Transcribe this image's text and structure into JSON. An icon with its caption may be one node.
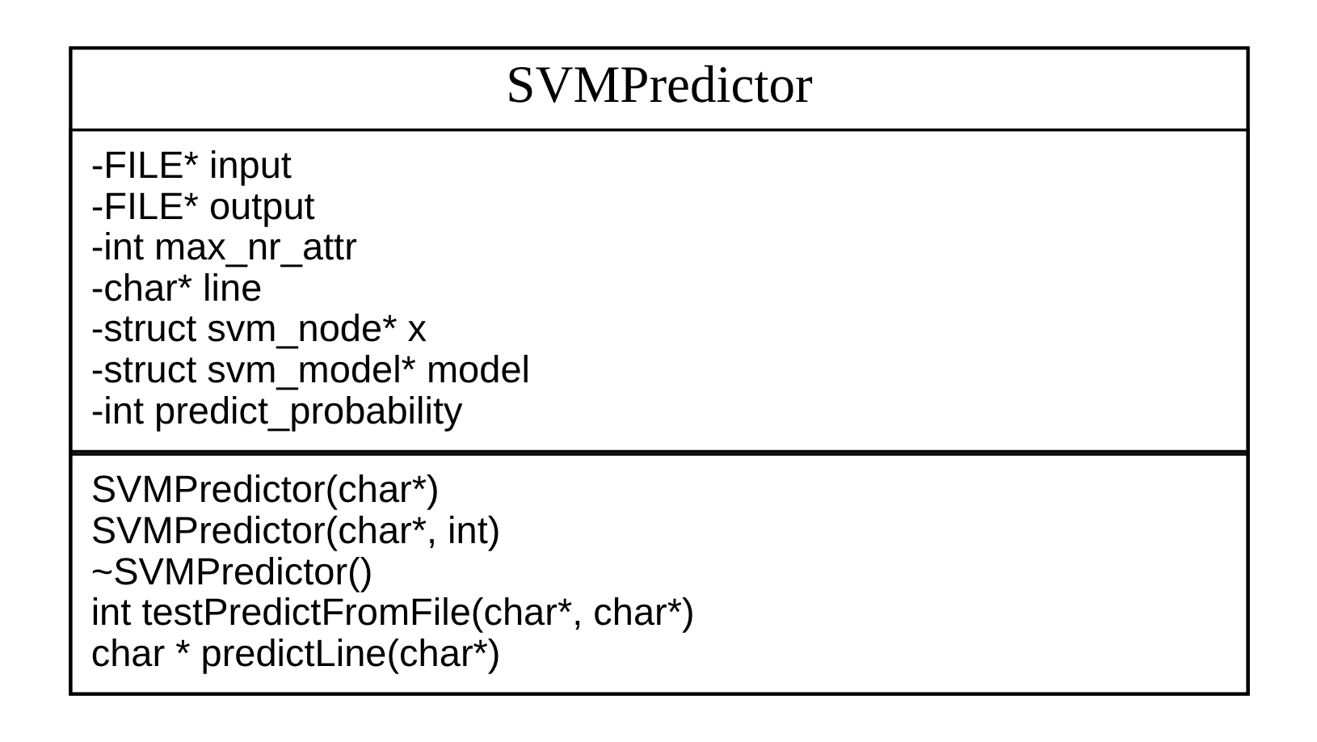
{
  "diagram": {
    "nodes": [
      {
        "text": [
          "SVMPredictor"
        ]
      },
      {
        "text": [
          "-FILE* input",
          "-FILE* output",
          "-int max_nr_attr",
          "-char* line",
          "-struct svm_node* x",
          "-struct svm_model* model",
          "-int predict_probability"
        ],
        "in": 0
      },
      {
        "text": [
          "SVMPredictor(char*)",
          "SVMPredictor(char*, int)",
          "~SVMPredictor()",
          "int testPredictFromFile(char*, char*)",
          "char * predictLine(char*)"
        ],
        "in": 0
      }
    ]
  }
}
